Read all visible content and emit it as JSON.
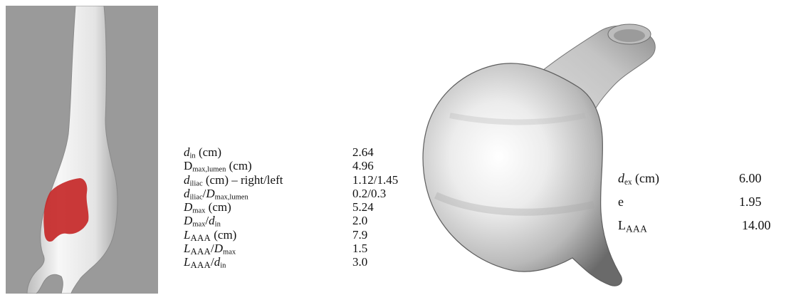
{
  "left_table": {
    "rows": [
      {
        "label_main": "d",
        "label_sub": "in",
        "label_rest": " (cm)",
        "value": "2.64"
      },
      {
        "label_main": "D",
        "label_sub": "max,lumen",
        "label_rest": " (cm)",
        "value": "4.96"
      },
      {
        "label_main": "d",
        "label_sub": "iliac",
        "label_rest": " (cm) – right/left",
        "value": "1.12/1.45"
      },
      {
        "label_main": "d",
        "label_sub": "iliac",
        "label_rest": "/",
        "label_main2": "D",
        "label_sub2": "max,lumen",
        "value": "0.2/0.3"
      },
      {
        "label_main": "D",
        "label_sub": "max",
        "label_rest": " (cm)",
        "value": "5.24"
      },
      {
        "label_main": "D",
        "label_sub": "max",
        "label_rest": "/",
        "label_main2": "d",
        "label_sub2": "in",
        "value": "2.0"
      },
      {
        "label_main": "L",
        "label_sub": "AAA",
        "label_rest": " (cm)",
        "value": "7.9"
      },
      {
        "label_main": "L",
        "label_sub": "AAA",
        "label_rest": "/",
        "label_main2": "D",
        "label_sub2": "max",
        "value": "1.5"
      },
      {
        "label_main": "L",
        "label_sub": "AAA",
        "label_rest": "/",
        "label_main2": "d",
        "label_sub2": "in",
        "value": "3.0"
      }
    ]
  },
  "right_table": {
    "rows": [
      {
        "label_main": "d",
        "label_sub": "ex",
        "label_rest": " (cm)",
        "value": "6.00"
      },
      {
        "label_main": "e",
        "label_sub": "",
        "label_rest": "",
        "value": "1.95"
      },
      {
        "label_main": "L",
        "label_sub": "AAA",
        "label_rest": "",
        "value": "14.00"
      }
    ]
  },
  "colors": {
    "left_bg": "#9a9a9a",
    "vessel": "#efefef",
    "highlight": "#cc2a2a"
  }
}
